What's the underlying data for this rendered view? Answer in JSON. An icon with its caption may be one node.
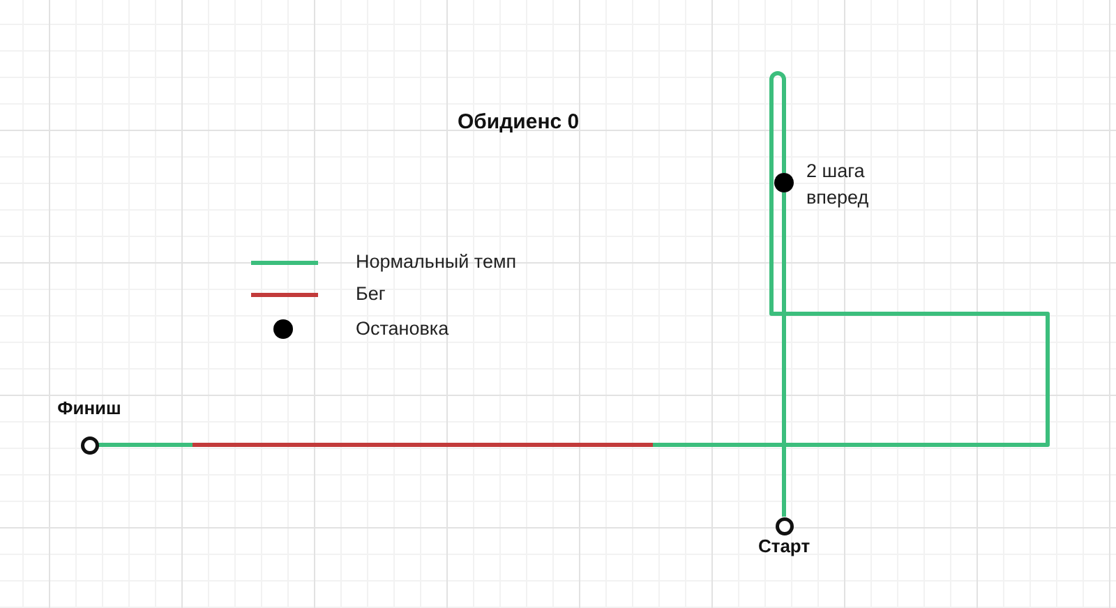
{
  "diagram": {
    "title": "Обидиенс 0",
    "nodes": [
      {
        "text": [],
        "shape": "dot",
        "beside": [
          "2 шага вперед"
        ]
      },
      {
        "text": [],
        "shape": "circle",
        "beside": [
          "Финиш"
        ]
      },
      {
        "text": [],
        "shape": "circle",
        "beside": [
          "Старт"
        ]
      }
    ],
    "edges": [
      {
        "from": 2,
        "to": 0,
        "arrow": "none"
      },
      {
        "from": 0,
        "to": 1,
        "arrow": "none"
      }
    ],
    "legend": [
      {
        "text": "Нормальный темп",
        "color": "#3cbe7d"
      },
      {
        "text": "Бег",
        "color": "#c23b3b"
      },
      {
        "text": "Остановка"
      }
    ]
  }
}
